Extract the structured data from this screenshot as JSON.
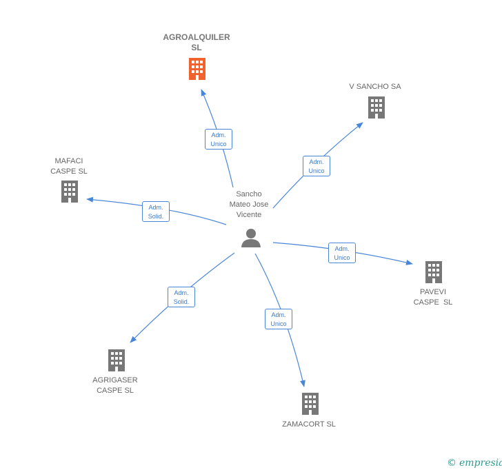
{
  "person": {
    "name_lines": [
      "Sancho",
      "Mateo Jose",
      "Vicente"
    ]
  },
  "companies": [
    {
      "id": "agroalquiler",
      "lines": [
        "AGROALQUILER",
        "SL"
      ],
      "highlight": true,
      "role": [
        "Adm.",
        "Unico"
      ]
    },
    {
      "id": "vsancho",
      "lines": [
        "V SANCHO SA"
      ],
      "highlight": false,
      "role": [
        "Adm.",
        "Unico"
      ]
    },
    {
      "id": "mafaci",
      "lines": [
        "MAFACI",
        "CASPE SL"
      ],
      "highlight": false,
      "role": [
        "Adm.",
        "Solid."
      ]
    },
    {
      "id": "pavevi",
      "lines": [
        "PAVEVI",
        "CASPE  SL"
      ],
      "highlight": false,
      "role": [
        "Adm.",
        "Unico"
      ]
    },
    {
      "id": "agrigaser",
      "lines": [
        "AGRIGASER",
        "CASPE SL"
      ],
      "highlight": false,
      "role": [
        "Adm.",
        "Solid."
      ]
    },
    {
      "id": "zamacort",
      "lines": [
        "ZAMACORT SL"
      ],
      "highlight": false,
      "role": [
        "Adm.",
        "Unico"
      ]
    }
  ],
  "colors": {
    "edge": "#4a86d8",
    "building": "#777777",
    "highlight": "#f0622e",
    "person": "#777777"
  },
  "brand": {
    "copyright": "©",
    "name": "empresia"
  }
}
